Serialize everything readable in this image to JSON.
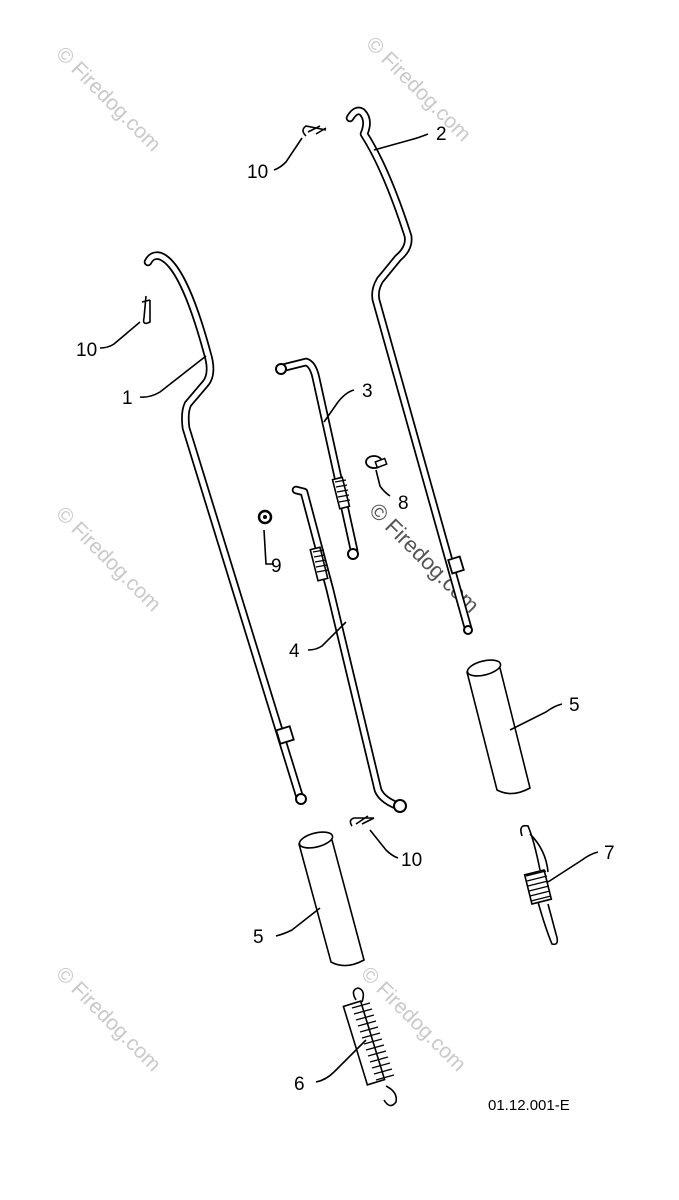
{
  "callouts": {
    "c1": "1",
    "c2": "2",
    "c3": "3",
    "c4": "4",
    "c5a": "5",
    "c5b": "5",
    "c6": "6",
    "c7": "7",
    "c8": "8",
    "c9": "9",
    "c10a": "10",
    "c10b": "10",
    "c10c": "10"
  },
  "diagram_code": "01.12.001-E",
  "watermark": {
    "text": "© Firedog.com",
    "color": "#c9c9c9"
  }
}
